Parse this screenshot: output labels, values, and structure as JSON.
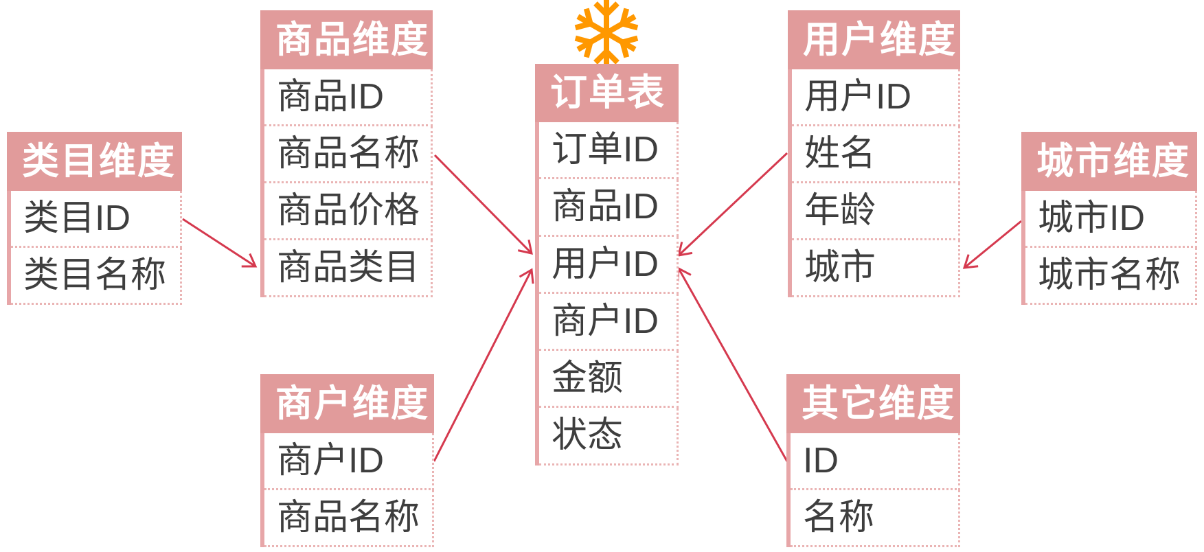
{
  "diagram": {
    "type": "snowflake-schema",
    "icon": {
      "name": "snowflake",
      "color": "#ff9800"
    },
    "colors": {
      "header_bg": "#e19b9b",
      "header_text": "#ffffff",
      "border_solid": "#e7a6a8",
      "border_dotted": "#eab4b4",
      "body_text": "#3e3e3e",
      "arrow": "#d5394e",
      "background": "#ffffff"
    },
    "tables": [
      {
        "title": "类目维度",
        "fields": [
          "类目ID",
          "类目名称"
        ]
      },
      {
        "title": "商品维度",
        "fields": [
          "商品ID",
          "商品名称",
          "商品价格",
          "商品类目"
        ]
      },
      {
        "title": "订单表",
        "fields": [
          "订单ID",
          "商品ID",
          "用户ID",
          "商户ID",
          "金额",
          "状态"
        ]
      },
      {
        "title": "用户维度",
        "fields": [
          "用户ID",
          "姓名",
          "年龄",
          "城市"
        ]
      },
      {
        "title": "城市维度",
        "fields": [
          "城市ID",
          "城市名称"
        ]
      },
      {
        "title": "商户维度",
        "fields": [
          "商户ID",
          "商品名称"
        ]
      },
      {
        "title": "其它维度",
        "fields": [
          "ID",
          "名称"
        ]
      }
    ],
    "relationships": [
      {
        "from": "类目维度",
        "to": "商品维度"
      },
      {
        "from": "商品维度",
        "to": "订单表"
      },
      {
        "from": "商户维度",
        "to": "订单表"
      },
      {
        "from": "用户维度",
        "to": "订单表"
      },
      {
        "from": "其它维度",
        "to": "订单表"
      },
      {
        "from": "城市维度",
        "to": "用户维度"
      }
    ]
  }
}
